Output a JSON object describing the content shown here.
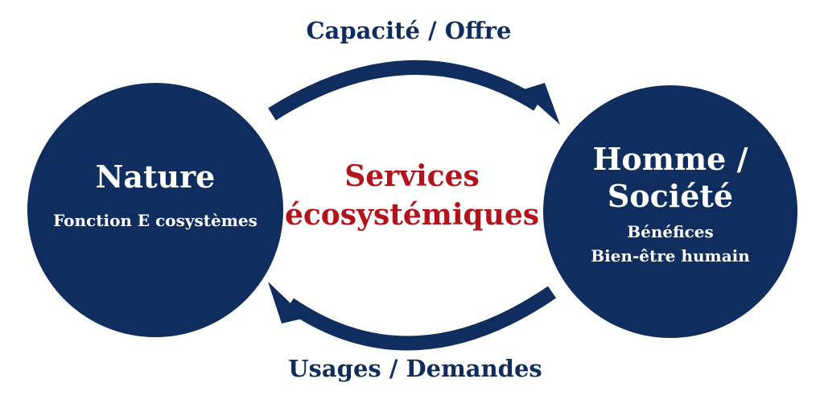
{
  "colors": {
    "navy": "#0f2d5e",
    "red": "#b3141c",
    "white": "#ffffff"
  },
  "top_label": "Capacité / Offre",
  "bottom_label": "Usages / Demandes",
  "center": {
    "line1": "Services",
    "line2": "écosystémiques"
  },
  "left_node": {
    "title": "Nature",
    "subtitle": "Fonction E cosystèmes"
  },
  "right_node": {
    "title_line1": "Homme /",
    "title_line2": "Société",
    "subtitle_line1": "Bénéfices",
    "subtitle_line2": "Bien-être humain"
  },
  "arrows": [
    {
      "from": "Nature",
      "to": "Homme / Société",
      "label": "Capacité / Offre"
    },
    {
      "from": "Homme / Société",
      "to": "Nature",
      "label": "Usages / Demandes"
    }
  ]
}
